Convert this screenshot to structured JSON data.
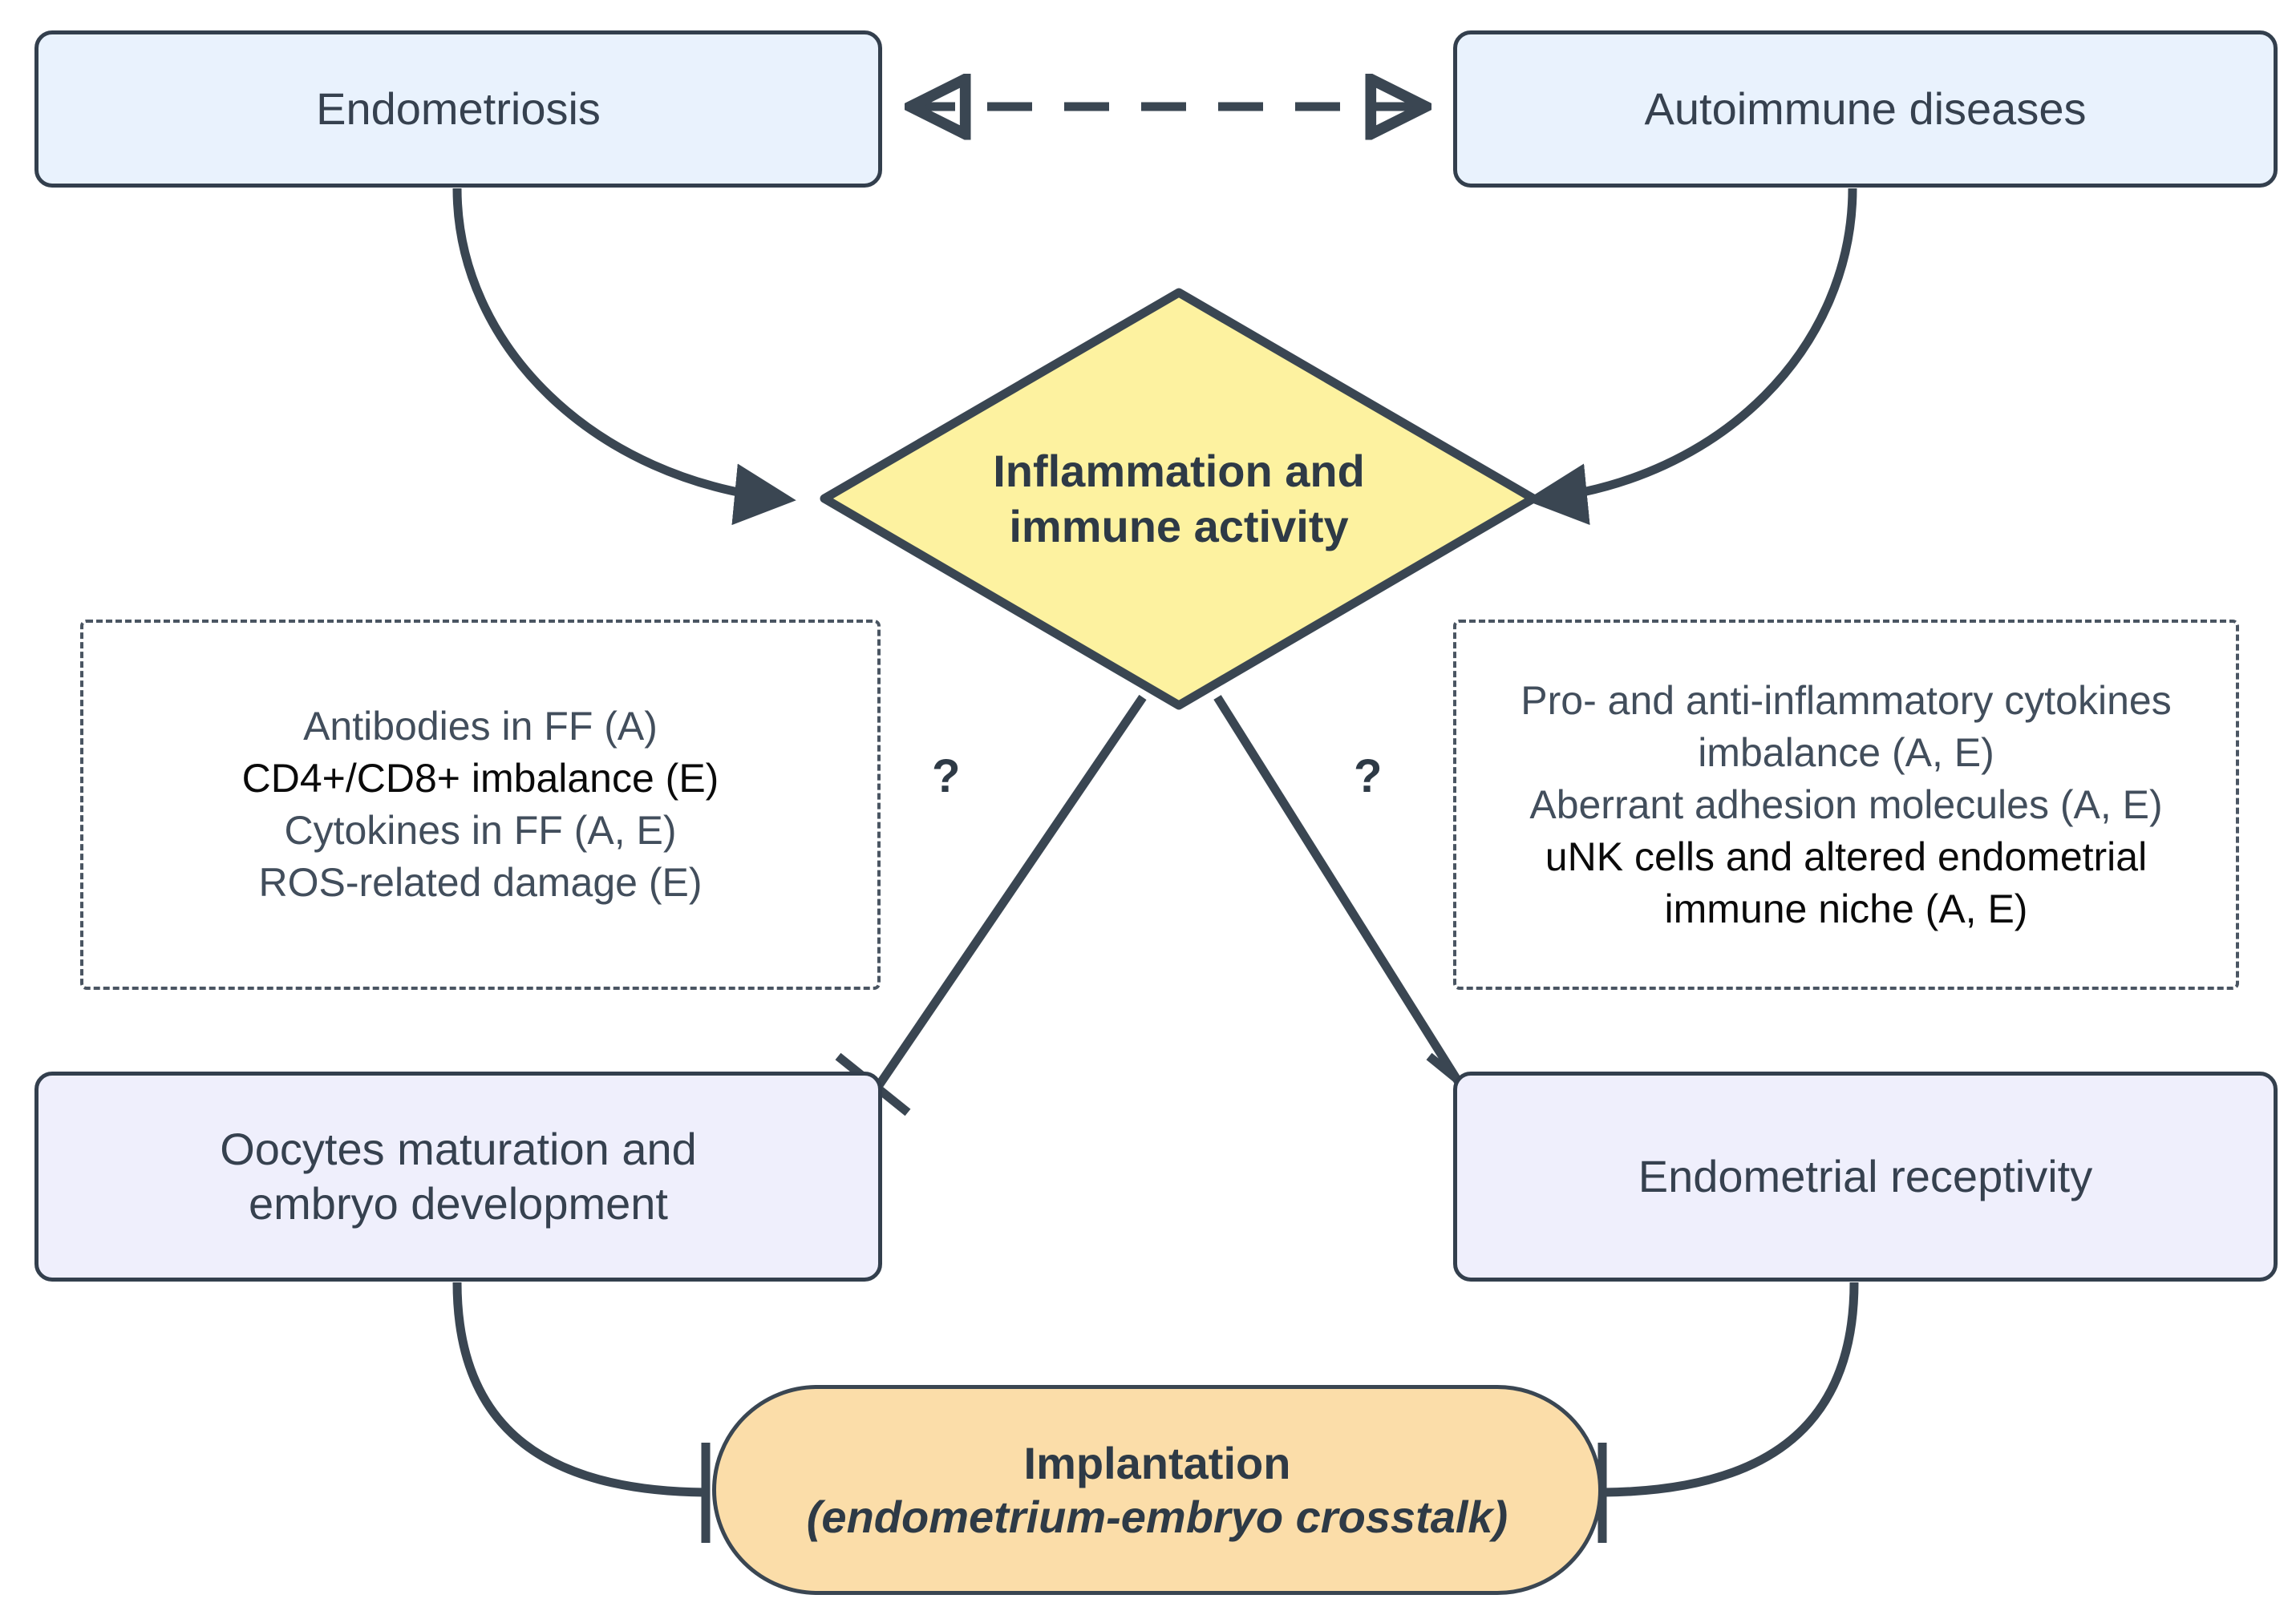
{
  "colors": {
    "stroke": "#333f4d",
    "text": "#36414f",
    "top_box_fill": "#e9f2fd",
    "bottom_box_fill": "#efeffc",
    "diamond_fill": "#fdf2a0",
    "oval_fill": "#fbdda9",
    "dashed_stroke": "#4a5562",
    "emphasis_text": "#0a0a0a"
  },
  "nodes": {
    "endometriosis": {
      "label": "Endometriosis"
    },
    "autoimmune": {
      "label": "Autoimmune diseases"
    },
    "inflammation": {
      "line1": "Inflammation and",
      "line2": "immune activity"
    },
    "oocytes": {
      "line1": "Oocytes maturation and",
      "line2": "embryo development"
    },
    "receptivity": {
      "label": "Endometrial receptivity"
    },
    "implantation": {
      "title": "Implantation",
      "subtitle": "(endometrium-embryo crosstalk)"
    }
  },
  "left_panel": {
    "lines": [
      {
        "text": "Antibodies in FF (A)",
        "emphasis": false
      },
      {
        "text": "CD4+/CD8+ imbalance (E)",
        "emphasis": true
      },
      {
        "text": "Cytokines in FF (A, E)",
        "emphasis": false
      },
      {
        "text": "ROS-related damage (E)",
        "emphasis": false
      }
    ]
  },
  "right_panel": {
    "lines": [
      {
        "text": "Pro- and anti-inflammatory cytokines",
        "emphasis": false
      },
      {
        "text": "imbalance (A, E)",
        "emphasis": false
      },
      {
        "text": "Aberrant adhesion molecules (A, E)",
        "emphasis": false
      },
      {
        "text": "uNK cells and altered endometrial",
        "emphasis": true
      },
      {
        "text": "immune niche (A, E)",
        "emphasis": true
      }
    ]
  },
  "annotations": {
    "question_left": "?",
    "question_right": "?"
  },
  "edges": [
    {
      "from": "endometriosis",
      "to": "autoimmune",
      "style": "dashed",
      "arrow": "both-open"
    },
    {
      "from": "endometriosis",
      "to": "inflammation",
      "style": "curved",
      "arrow": "filled"
    },
    {
      "from": "autoimmune",
      "to": "inflammation",
      "style": "curved",
      "arrow": "filled"
    },
    {
      "from": "inflammation",
      "to": "oocytes",
      "style": "straight",
      "arrow": "inhibition"
    },
    {
      "from": "inflammation",
      "to": "receptivity",
      "style": "straight",
      "arrow": "inhibition"
    },
    {
      "from": "oocytes",
      "to": "implantation",
      "style": "curved",
      "arrow": "inhibition"
    },
    {
      "from": "receptivity",
      "to": "implantation",
      "style": "curved",
      "arrow": "inhibition"
    }
  ]
}
